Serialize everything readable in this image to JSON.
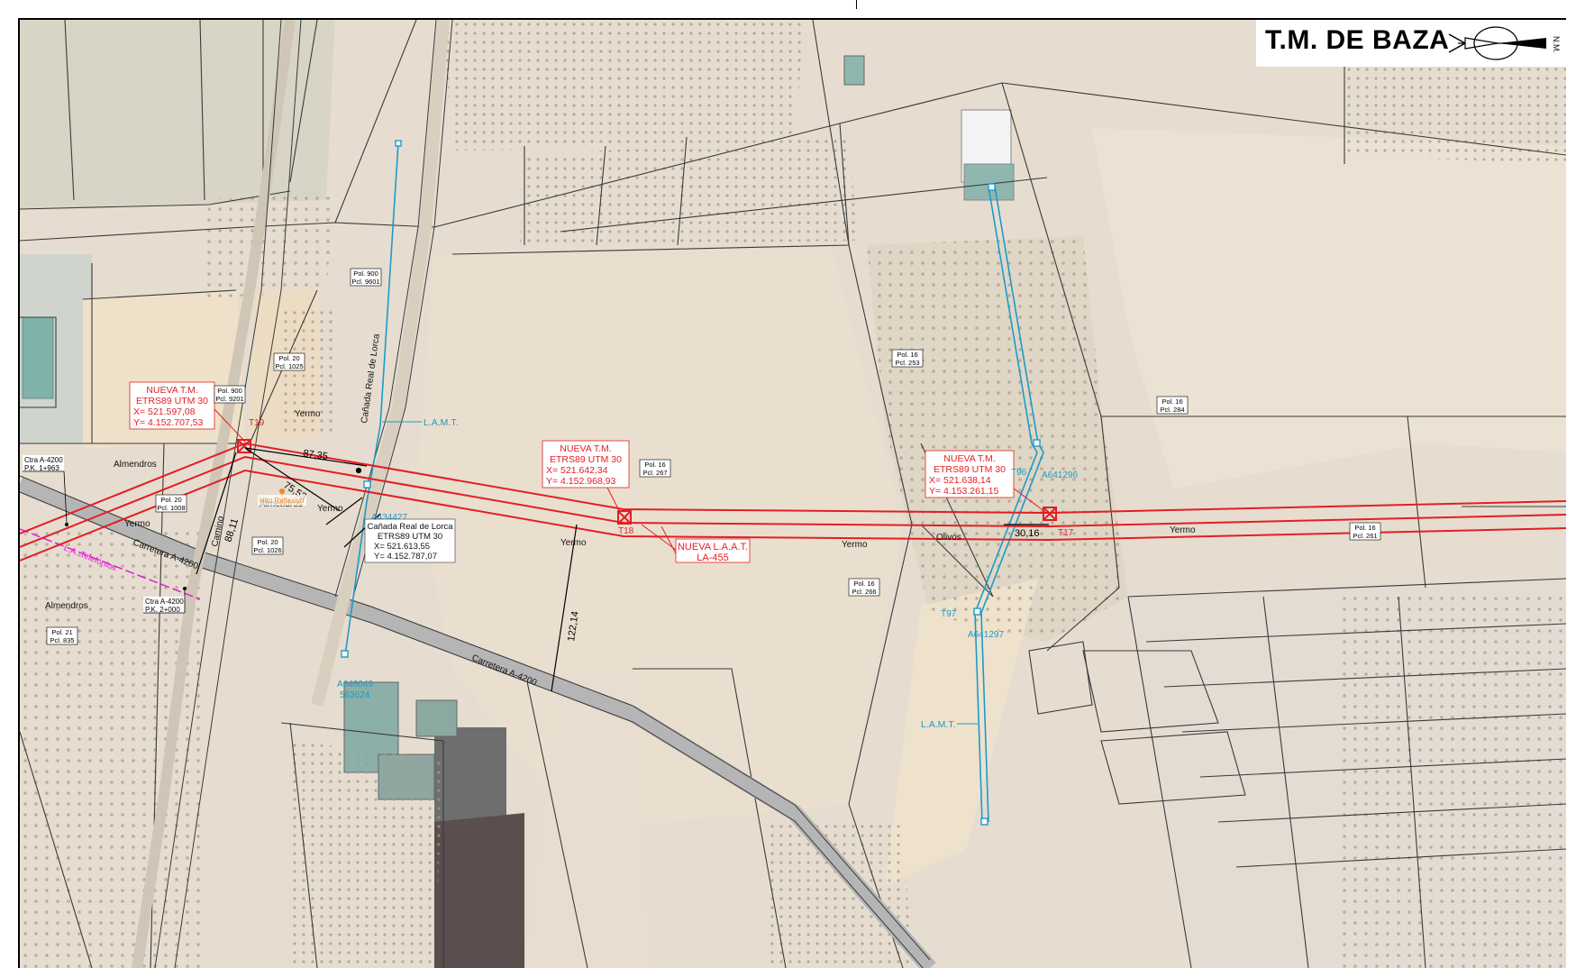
{
  "title": "T.M. DE BAZA",
  "north_label": "N.M.",
  "colors": {
    "red": "#e31e24",
    "cyan": "#1c9bc8",
    "magenta": "#e619d6",
    "orange": "#f08c1e",
    "road": "#8c8c8c",
    "parcel_line": "#3a3a3a"
  },
  "towers": {
    "t19": {
      "label": "T19",
      "box": [
        "NUEVA T.M.",
        "ETRS89 UTM 30",
        "X=   521.597,08",
        "Y= 4.152.707,53"
      ]
    },
    "t18": {
      "label": "T18",
      "box": [
        "NUEVA T.M.",
        "ETRS89 UTM 30",
        "X=   521.642,34",
        "Y= 4.152.968,93"
      ]
    },
    "t17": {
      "label": "T17",
      "box": [
        "NUEVA T.M.",
        "ETRS89 UTM 30",
        "X=   521.638,14",
        "Y= 4.153.261,15"
      ]
    }
  },
  "laat": [
    "NUEVA L.A.A.T.",
    "LA-455"
  ],
  "lamt_labels": [
    "L.A.M.T.",
    "L.A.M.T."
  ],
  "cyan_points": [
    "A434427",
    "A646049",
    "563624",
    "T96",
    "A641296",
    "T97",
    "A641297"
  ],
  "canada_box": [
    "Cañada Real de Lorca",
    "ETRS89 UTM 30",
    "X=    521.613,55",
    "Y= 4.152.787,07"
  ],
  "dimensions": [
    "87,35",
    "75,53",
    "88,11",
    "122,14",
    "30,16"
  ],
  "parcels": [
    [
      "Pol. 900",
      "Pcl. 9601"
    ],
    [
      "Pol. 20",
      "Pcl. 1025"
    ],
    [
      "Pol. 900",
      "Pcl. 9201"
    ],
    [
      "Pol. 20",
      "Pcl. 1008"
    ],
    [
      "Pol. 20",
      "Pcl. 1026"
    ],
    [
      "Pol. 21",
      "Pcl. 835"
    ],
    [
      "Pol. 16",
      "Pcl. 267"
    ],
    [
      "Pol. 16",
      "Pcl. 253"
    ],
    [
      "Pol. 16",
      "Pcl. 266"
    ],
    [
      "Pol. 16",
      "Pcl. 284"
    ],
    [
      "Pol. 16",
      "Pcl. 261"
    ]
  ],
  "road_pk": [
    [
      "Ctra A-4200",
      "P.K. 1+963"
    ],
    [
      "Ctra A-4200",
      "P.K. 2+000"
    ]
  ],
  "land_labels": [
    "Yermo",
    "Almendros",
    "Yermo",
    "Almendros",
    "Yermo",
    "Almendros",
    "Yermo",
    "Yermo",
    "Olivos",
    "Yermo"
  ],
  "street_labels": [
    "Cañada Real de Lorca",
    "Camino",
    "Carretera A-4200",
    "Carretera A-4200"
  ],
  "telefonica": "L.A. Telefónica",
  "hito": "Hito Reflexivo"
}
